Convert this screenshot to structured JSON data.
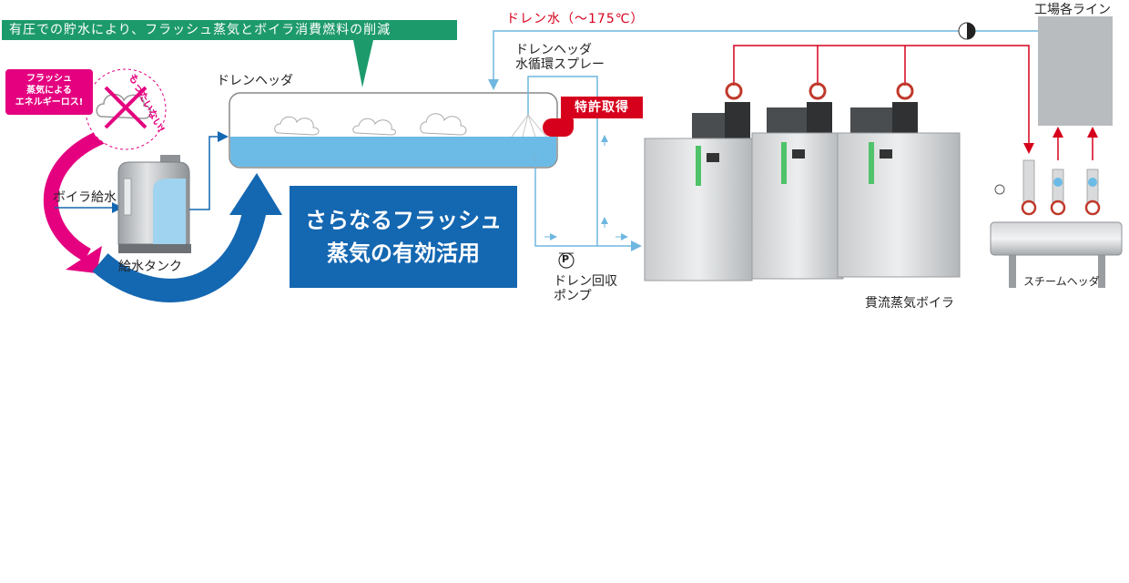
{
  "banner": {
    "text": "有圧での貯水により、フラッシュ蒸気とボイラ消費燃料の削減"
  },
  "flash_loss": {
    "line1": "フラッシュ",
    "line2": "蒸気による",
    "line3": "エネルギーロス!"
  },
  "mottainai": {
    "text": "もったいない!"
  },
  "labels": {
    "boiler_feed": "ボイラ給水",
    "feed_tank": "給水タンク",
    "drain_header": "ドレンヘッダ",
    "drain_spray_line1": "ドレンヘッダ",
    "drain_spray_line2": "水循環スプレー",
    "drain_water": "ドレン水（〜175℃）",
    "drain_pump_line1": "ドレン回収",
    "drain_pump_line2": "ポンプ",
    "pump_symbol": "P",
    "boiler": "貫流蒸気ボイラ",
    "factory": "工場各ライン",
    "steam_header": "スチームヘッダ"
  },
  "patent": {
    "text": "特許取得"
  },
  "highlight": {
    "line1": "さらなるフラッシュ",
    "line2": "蒸気の有効活用"
  },
  "colors": {
    "banner_green": "#1d9a6c",
    "flash_pink": "#e4007f",
    "patent_red": "#d6001c",
    "highlight_blue": "#1467b1",
    "water_blue": "#6cbbe6",
    "pipe_blue": "#6fb7e0",
    "pipe_red": "#d6001c"
  }
}
